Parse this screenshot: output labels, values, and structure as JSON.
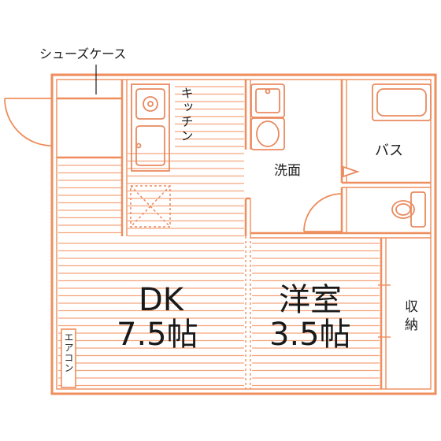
{
  "labels": {
    "shoe_case": "シューズケース",
    "kitchen": "キッチン",
    "washroom": "洗面",
    "bath": "バス",
    "dk_name": "DK",
    "dk_size": "7.5帖",
    "western_name": "洋室",
    "western_size": "3.5帖",
    "storage": "収納",
    "aircon": "エアコン"
  },
  "colors": {
    "wall": "#ef8d5c",
    "line": "#f5a57e",
    "fixture": "#e98a5f",
    "text": "#1a1a1a"
  }
}
